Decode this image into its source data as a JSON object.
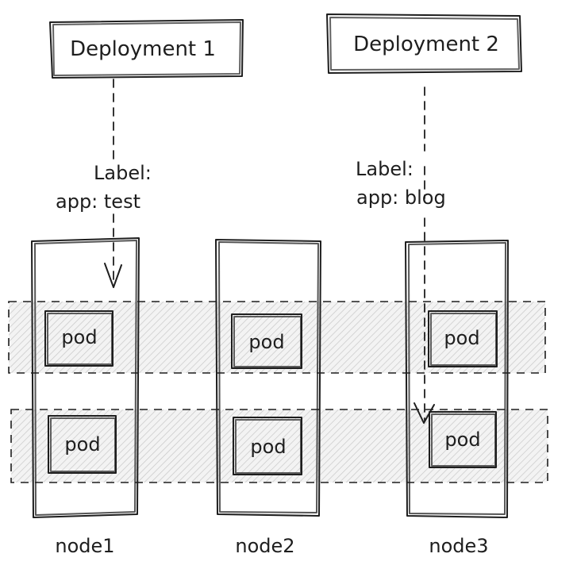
{
  "deployments": [
    {
      "title": "Deployment 1",
      "label_key": "Label:",
      "label_value": "app: test"
    },
    {
      "title": "Deployment 2",
      "label_key": "Label:",
      "label_value": "app: blog"
    }
  ],
  "nodes": [
    {
      "name": "node1"
    },
    {
      "name": "node2"
    },
    {
      "name": "node3"
    }
  ],
  "pods": {
    "row1": [
      "pod",
      "pod",
      "pod"
    ],
    "row2": [
      "pod",
      "pod",
      "pod"
    ]
  },
  "colors": {
    "stroke": "#1e1e1e",
    "hatch": "#c8c8c8",
    "background": "#ffffff"
  }
}
